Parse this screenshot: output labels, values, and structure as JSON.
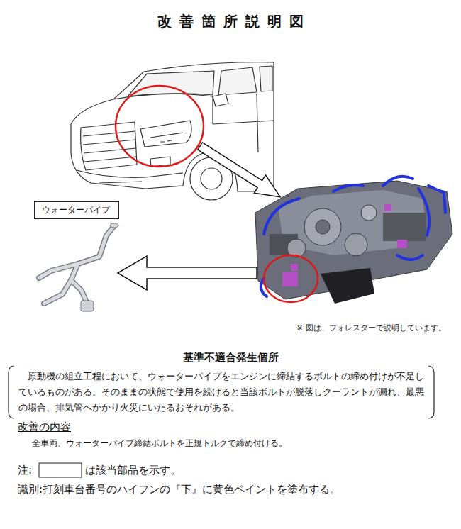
{
  "diagram": {
    "title": "改善箇所説明図",
    "nodes": [
      {
        "text": [
          "ウォーターパイプ"
        ]
      }
    ],
    "labels": [
      "※ 図は、フォレスターで説明しています。",
      "基準不適合発生個所",
      "原動機の組立工程において、ウォーターパイプをエンジンに締結するボルトの締め付けが不足しているものがある。そのままの状態で使用を続けると当該ボルトが脱落しクーラントが漏れ、最悪の場合、排気管へかかり火災にいたるおそれがある。",
      "改善の内容",
      "全車両、ウォーターパイプ締結ボルトを正規トルクで締め付ける。",
      "注:",
      "は該当部品を示す。",
      "識別:打刻車台番号のハイフンの『下』に黄色ペイントを塗布する。"
    ]
  }
}
